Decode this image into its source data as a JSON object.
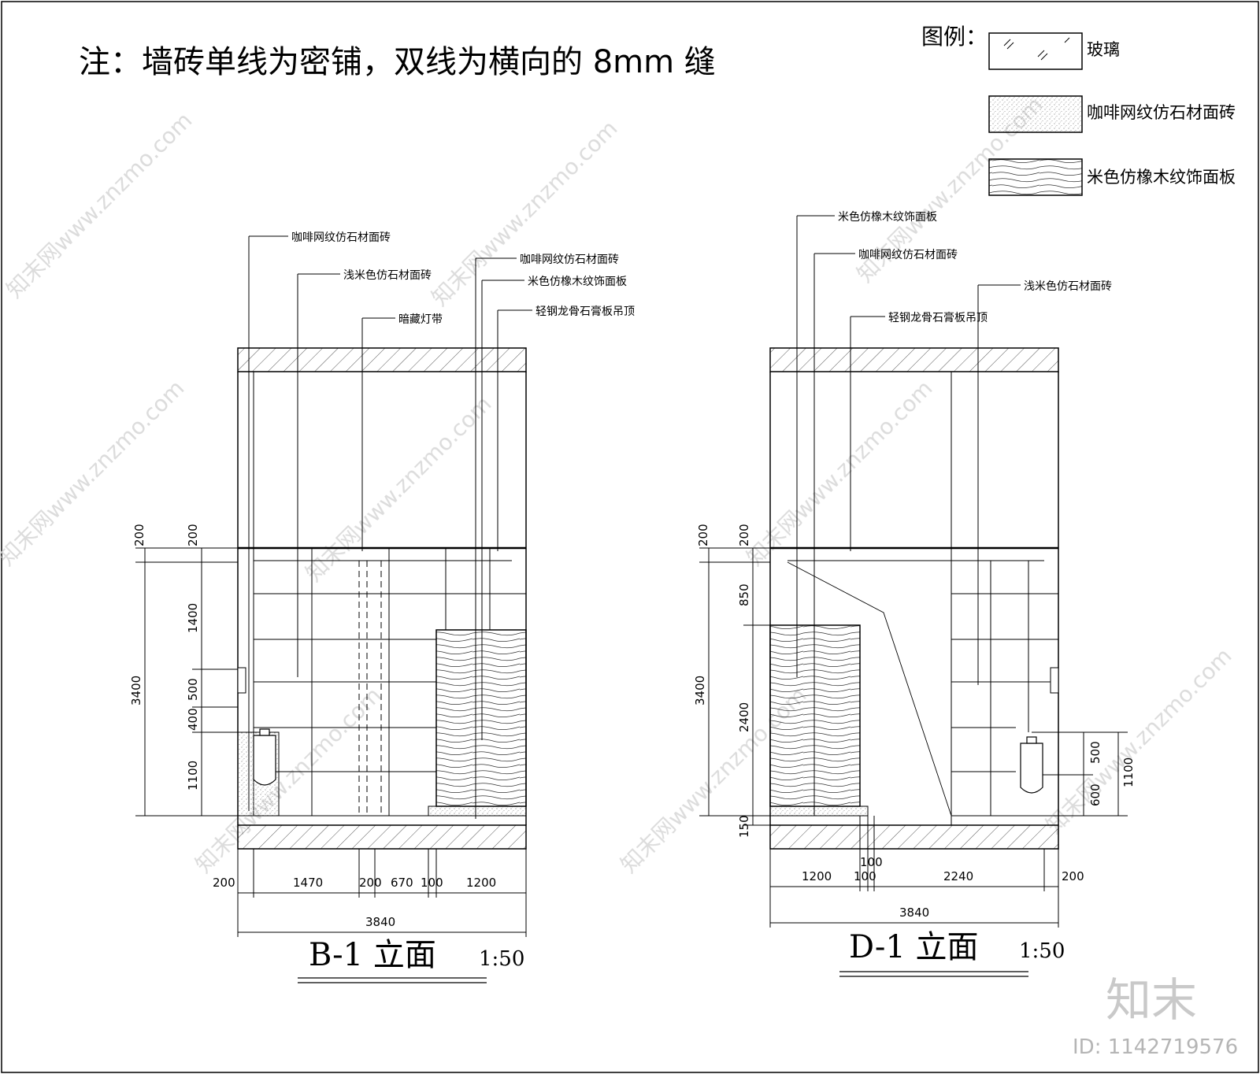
{
  "note": "注：墙砖单线为密铺，双线为横向的 8mm 缝",
  "legend": {
    "title": "图例：",
    "items": [
      {
        "label": "玻璃"
      },
      {
        "label": "咖啡网纹仿石材面砖"
      },
      {
        "label": "米色仿橡木纹饰面板"
      }
    ]
  },
  "elevation_b": {
    "title": "B-1  立面",
    "scale": "1:50",
    "callouts": [
      "咖啡网纹仿石材面砖",
      "浅米色仿石材面砖",
      "暗藏灯带",
      "咖啡网纹仿石材面砖",
      "米色仿橡木纹饰面板",
      "轻钢龙骨石膏板吊顶"
    ],
    "dims_vertical": [
      "200",
      "200",
      "1400",
      "500",
      "400",
      "1100",
      "3400"
    ],
    "dims_horizontal": [
      "200",
      "1470",
      "200",
      "670",
      "100",
      "1200",
      "3840"
    ]
  },
  "elevation_d": {
    "title": "D-1  立面",
    "scale": "1:50",
    "callouts": [
      "米色仿橡木纹饰面板",
      "咖啡网纹仿石材面砖",
      "浅米色仿石材面砖",
      "轻钢龙骨石膏板吊顶"
    ],
    "dims_vertical_left": [
      "200",
      "200",
      "850",
      "2400",
      "150",
      "3400"
    ],
    "dims_vertical_right": [
      "500",
      "600",
      "1100"
    ],
    "dims_horizontal": [
      "1200",
      "100",
      "100",
      "2240",
      "200",
      "3840"
    ]
  },
  "watermark": {
    "brand": "知末",
    "site": "知末网www.znzmo.com",
    "id": "ID: 1142719576"
  }
}
